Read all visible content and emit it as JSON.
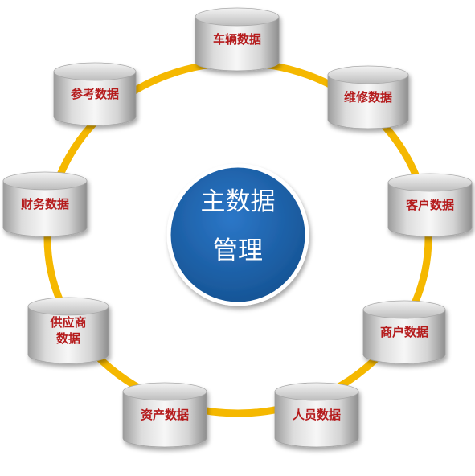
{
  "center": {
    "line1": "主数据",
    "line2": "管理",
    "fill_color": "#1a5fae",
    "border_color": "#ffffff"
  },
  "ring_color": "#f5b800",
  "label_color": "#b51a1f",
  "nodes": [
    {
      "id": "vehicle",
      "label": "车辆数据"
    },
    {
      "id": "repair",
      "label": "维修数据"
    },
    {
      "id": "customer",
      "label": "客户数据"
    },
    {
      "id": "merchant",
      "label": "商户数据"
    },
    {
      "id": "personnel",
      "label": "人员数据"
    },
    {
      "id": "asset",
      "label": "资产数据"
    },
    {
      "id": "supplier",
      "label": "供应商\n数据"
    },
    {
      "id": "finance",
      "label": "财务数据"
    },
    {
      "id": "reference",
      "label": "参考数据"
    }
  ]
}
